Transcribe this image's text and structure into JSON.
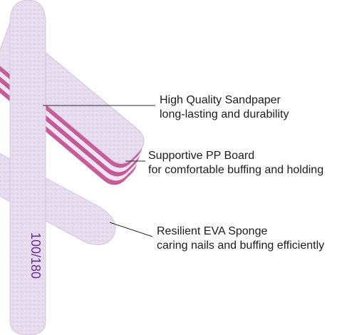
{
  "product": {
    "grit_label": "100/180"
  },
  "callouts": [
    {
      "title": "High Quality Sandpaper",
      "subtitle": "long-lasting and durability"
    },
    {
      "title": "Supportive PP Board",
      "subtitle": "for comfortable buffing and holding"
    },
    {
      "title": "Resilient EVA Sponge",
      "subtitle": "caring nails and buffing efficiently"
    }
  ],
  "colors": {
    "file_surface": "#e6dcec",
    "file_edge": "#d9c8e2",
    "core_pink": "#c25a95",
    "grit_text": "#6a2c92",
    "leader_line": "#2b2b2b"
  }
}
